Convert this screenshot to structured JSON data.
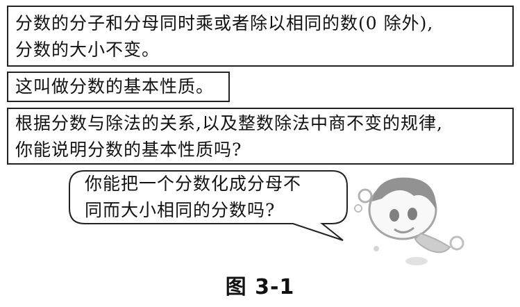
{
  "boxes": {
    "property_statement": {
      "line1": "分数的分子和分母同时乘或者除以相同的数(0 除外),",
      "line2": "分数的大小不变。"
    },
    "property_name": "这叫做分数的基本性质。",
    "question": {
      "line1": "根据分数与除法的关系,以及整数除法中商不变的规律,",
      "line2": "你能说明分数的基本性质吗?"
    }
  },
  "speech_bubble": {
    "line1": "你能把一个分数化成分母不",
    "line2": "同而大小相同的分数吗?"
  },
  "figure_caption": "图 3-1",
  "colors": {
    "border": "#222222",
    "text": "#111111",
    "mascot_gray": "#9a9a9a"
  }
}
